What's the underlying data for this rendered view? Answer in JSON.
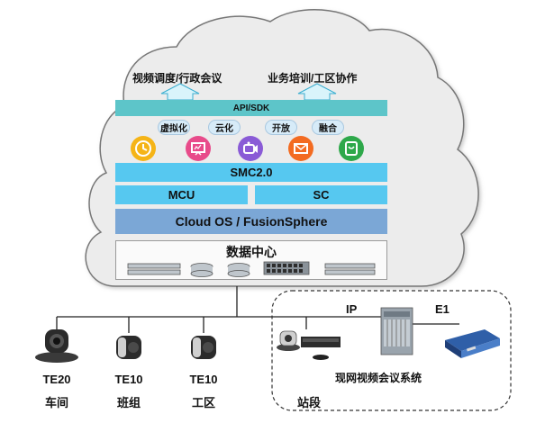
{
  "top_labels": {
    "left": "视频调度/行政会议",
    "right": "业务培训/工区协作"
  },
  "api_bar": "API/SDK",
  "capabilities": [
    "虚拟化",
    "云化",
    "开放",
    "融合"
  ],
  "app_icons": [
    "clock-icon",
    "presentation-icon",
    "video-camera-icon",
    "mail-icon",
    "phone-icon"
  ],
  "smc_bar": "SMC2.0",
  "mcu_bar": "MCU",
  "sc_bar": "SC",
  "os_bar": "Cloud OS /  FusionSphere",
  "datacenter": {
    "title": "数据中心"
  },
  "endpoints": [
    {
      "model": "TE20",
      "place": "车间"
    },
    {
      "model": "TE10",
      "place": "班组"
    },
    {
      "model": "TE10",
      "place": "工区"
    }
  ],
  "site": {
    "place": "站段",
    "system": "现网视频会议系统",
    "ip_label": "IP",
    "e1_label": "E1"
  },
  "colors": {
    "cloud_fill": "#ececec",
    "api_bar": "#5dc5c9",
    "smc_bar": "#56c8f0",
    "os_bar": "#7ba7d6",
    "icon_yellow": "#f5b417",
    "icon_pink": "#e84b8a",
    "icon_purple": "#8a5bd6",
    "icon_orange": "#f36b21",
    "icon_green": "#2ea84a"
  }
}
